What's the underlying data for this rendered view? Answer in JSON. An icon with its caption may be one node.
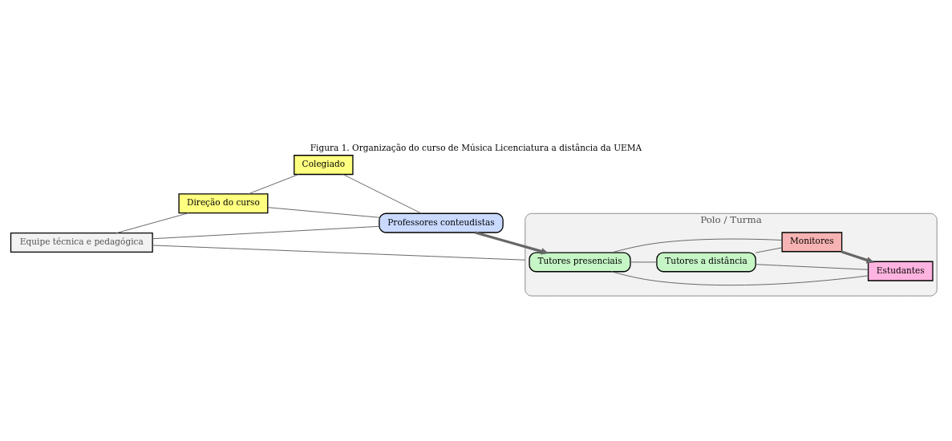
{
  "diagram": {
    "title": "Figura 1. Organização do curso de Música Licenciatura a distância da UEMA",
    "nodes": [
      {
        "text": [
          "Equipe técnica e pedagógica"
        ]
      },
      {
        "text": [
          "Direção do curso"
        ]
      },
      {
        "text": [
          "Colegiado"
        ]
      },
      {
        "text": [
          "Professores conteudistas"
        ]
      },
      {
        "text": [
          "Polo / Turma"
        ]
      },
      {
        "text": [
          "Tutores presenciais"
        ],
        "in": 4
      },
      {
        "text": [
          "Tutores a distância"
        ],
        "in": 4
      },
      {
        "text": [
          "Estudantes"
        ],
        "in": 4
      },
      {
        "text": [
          "Monitores"
        ],
        "in": 4
      }
    ],
    "edges": [
      {
        "from": 0,
        "to": 1,
        "arrow": "none"
      },
      {
        "from": 0,
        "to": 3,
        "arrow": "none"
      },
      {
        "from": 0,
        "to": 4,
        "arrow": "none"
      },
      {
        "from": 1,
        "to": 2,
        "arrow": "none"
      },
      {
        "from": 1,
        "to": 3,
        "arrow": "none"
      },
      {
        "from": 2,
        "to": 3,
        "arrow": "none"
      },
      {
        "from": 3,
        "to": 5,
        "arrow": "to",
        "style": "thick"
      },
      {
        "from": 5,
        "to": 6,
        "arrow": "none"
      },
      {
        "from": 5,
        "to": 7,
        "arrow": "none"
      },
      {
        "from": 5,
        "to": 8,
        "arrow": "none"
      },
      {
        "from": 6,
        "to": 7,
        "arrow": "none"
      },
      {
        "from": 6,
        "to": 8,
        "arrow": "none"
      },
      {
        "from": 8,
        "to": 7,
        "arrow": "to",
        "style": "thick"
      }
    ]
  }
}
